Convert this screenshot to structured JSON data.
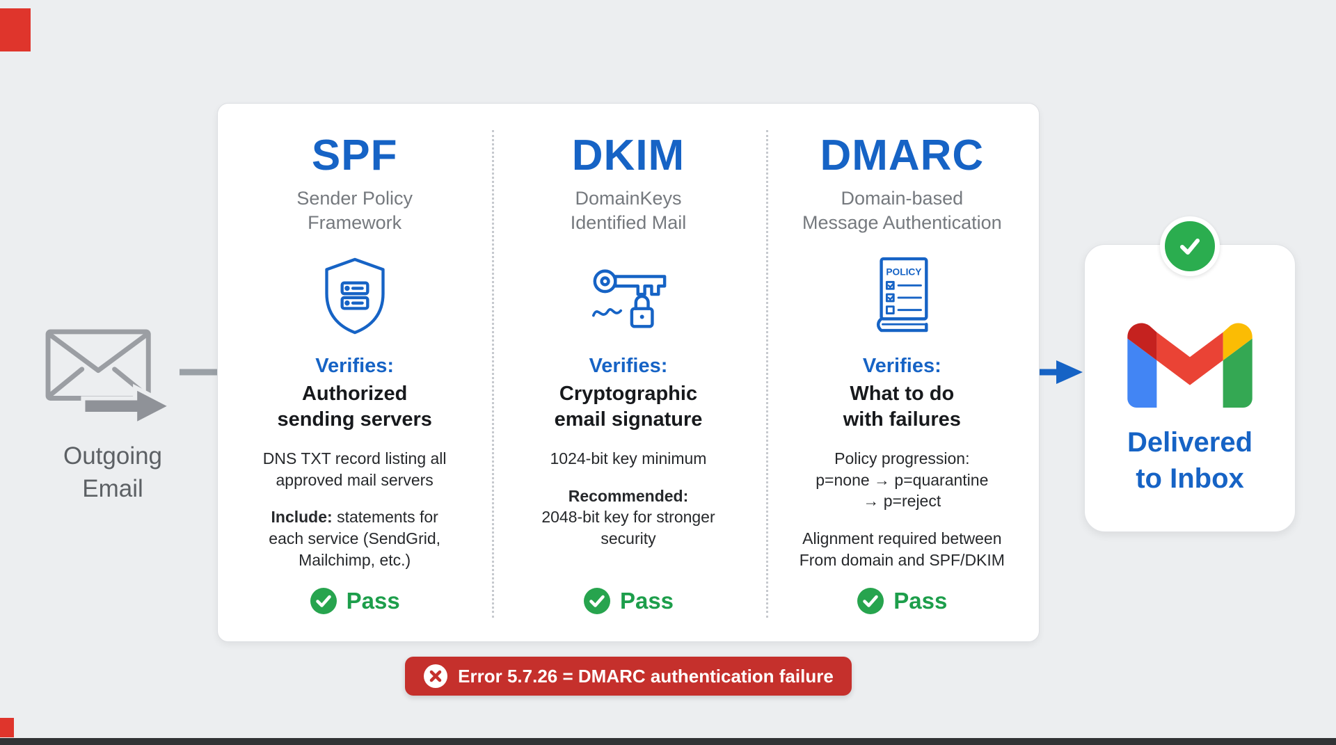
{
  "canvas": {
    "background_color": "#eceef0"
  },
  "palette": {
    "blue": "#1663c5",
    "green": "#27a44e",
    "banner_red": "#c5302c",
    "accent_red": "#df352c",
    "gray_arrow": "#9aa0a6",
    "gmail_blue": "#4285F4",
    "gmail_green": "#34A853",
    "gmail_yellow": "#FBBC04",
    "gmail_red": "#EA4335"
  },
  "outgoing": {
    "icon": "envelope-send-icon",
    "label": "Outgoing\nEmail"
  },
  "columns": [
    {
      "title": "SPF",
      "subtitle": "Sender Policy\nFramework",
      "icon": "shield-server-icon",
      "verifies_label": "Verifies:",
      "verifies_text": "Authorized\nsending servers",
      "details": [
        {
          "bold": "",
          "text": "DNS TXT record listing all\napproved mail servers"
        },
        {
          "bold": "Include:",
          "text": " statements for\neach service (SendGrid,\nMailchimp, etc.)"
        }
      ],
      "status": "Pass"
    },
    {
      "title": "DKIM",
      "subtitle": "DomainKeys\nIdentified Mail",
      "icon": "key-signature-lock-icon",
      "verifies_label": "Verifies:",
      "verifies_text": "Cryptographic\nemail signature",
      "details": [
        {
          "bold": "",
          "text": "1024-bit key minimum"
        },
        {
          "bold": "Recommended:",
          "text": "\n2048-bit key for stronger\nsecurity"
        }
      ],
      "status": "Pass"
    },
    {
      "title": "DMARC",
      "subtitle": "Domain-based\nMessage Authentication",
      "icon": "policy-document-icon",
      "icon_label": "POLICY",
      "verifies_label": "Verifies:",
      "verifies_text": "What to do\nwith failures",
      "details": [
        {
          "bold": "",
          "text": "Policy progression:\np=none → p=quarantine\n→ p=reject"
        },
        {
          "bold": "",
          "text": "Alignment required between\nFrom domain and SPF/DKIM"
        }
      ],
      "status": "Pass"
    }
  ],
  "delivered": {
    "badge_icon": "check-icon",
    "logo_icon": "gmail-logo",
    "label": "Delivered\nto Inbox"
  },
  "error_banner": {
    "icon": "x-circle-icon",
    "label": "Error 5.7.26 = DMARC authentication failure"
  }
}
